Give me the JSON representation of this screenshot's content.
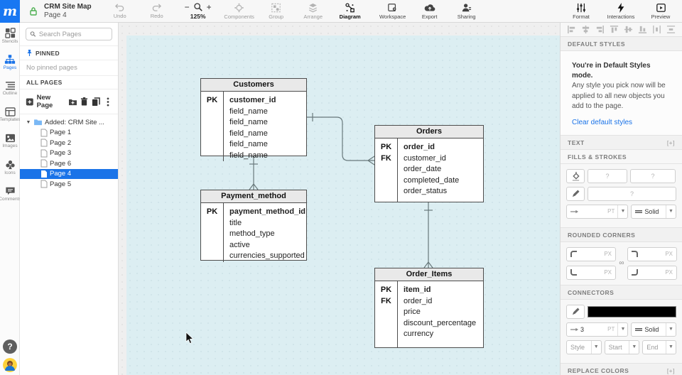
{
  "topbar": {
    "logo_text": "m",
    "doc_title": "CRM Site Map",
    "doc_page": "Page 4",
    "undo": "Undo",
    "redo": "Redo",
    "zoom_minus": "−",
    "zoom_plus": "+",
    "zoom_level": "125%",
    "components": "Components",
    "group": "Group",
    "arrange": "Arrange",
    "diagram": "Diagram",
    "workspace": "Workspace",
    "export": "Export",
    "sharing": "Sharing",
    "format": "Format",
    "interactions": "Interactions",
    "preview": "Preview"
  },
  "sidebar": {
    "stencils": "Stencils",
    "pages": "Pages",
    "outline": "Outline",
    "templates": "Templates",
    "images": "Images",
    "icons": "Icons",
    "comments": "Comments",
    "help": "?"
  },
  "pages_panel": {
    "search_placeholder": "Search Pages",
    "pinned": "PINNED",
    "no_pinned": "No pinned pages",
    "all_pages": "ALL PAGES",
    "new_page": "New Page",
    "folder": "Added: CRM Site ...",
    "items": [
      {
        "label": "Page 1"
      },
      {
        "label": "Page 2"
      },
      {
        "label": "Page 3"
      },
      {
        "label": "Page 6"
      },
      {
        "label": "Page 4"
      },
      {
        "label": "Page 5"
      }
    ],
    "selected": "Page 4"
  },
  "canvas": {
    "tables": [
      {
        "title": "Customers",
        "keys": [
          "PK"
        ],
        "fields": [
          {
            "k": "customer_id"
          },
          {
            "k": "field_name"
          },
          {
            "k": "field_name"
          },
          {
            "k": "field_name"
          },
          {
            "k": "field_name"
          },
          {
            "k": "field_name"
          }
        ]
      },
      {
        "title": "Orders",
        "keys": [
          "PK",
          "FK"
        ],
        "fields": [
          {
            "k": "order_id"
          },
          {
            "k": "customer_id"
          },
          {
            "k": "order_date"
          },
          {
            "k": "completed_date"
          },
          {
            "k": "order_status"
          }
        ]
      },
      {
        "title": "Payment_method",
        "keys": [
          "PK"
        ],
        "fields": [
          {
            "k": "payment_method_id"
          },
          {
            "k": "title"
          },
          {
            "k": "method_type"
          },
          {
            "k": "active"
          },
          {
            "k": "currencies_supported"
          }
        ]
      },
      {
        "title": "Order_Items",
        "keys": [
          "PK",
          "FK"
        ],
        "fields": [
          {
            "k": "item_id"
          },
          {
            "k": "order_id"
          },
          {
            "k": "price"
          },
          {
            "k": "discount_percentage"
          },
          {
            "k": "currency"
          }
        ]
      }
    ],
    "connector_color": "#69797c"
  },
  "right_panel": {
    "default_styles": "DEFAULT STYLES",
    "notice_title": "You're in Default Styles mode.",
    "notice_body": "Any style you pick now will be applied to all new objects you add to the page.",
    "notice_link": "Clear default styles",
    "text": "TEXT",
    "expand": "[+]",
    "fills_strokes": "FILLS & STROKES",
    "q1": "?",
    "q2": "?",
    "q3": "?",
    "pt": "PT",
    "solid1": "Solid",
    "solid2": "Solid",
    "rounded_corners": "ROUNDED CORNERS",
    "px1": "PX",
    "px2": "PX",
    "px3": "PX",
    "px4": "PX",
    "connectors": "CONNECTORS",
    "conn_width": "3",
    "conn_color": "#000000",
    "style": "Style",
    "start": "Start",
    "end": "End",
    "replace_colors": "REPLACE COLORS"
  }
}
